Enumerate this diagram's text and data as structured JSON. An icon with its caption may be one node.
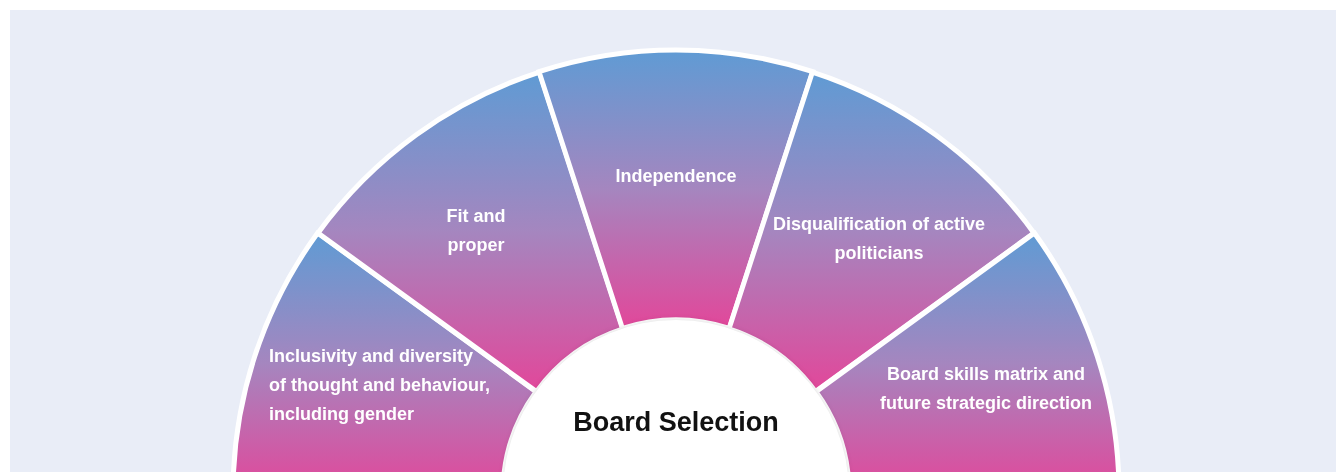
{
  "diagram": {
    "nodes": [
      {
        "text": [
          "Inclusivity and diversity of thought and behaviour, including gender"
        ]
      },
      {
        "text": [
          "Fit and proper"
        ]
      },
      {
        "text": [
          "Independence"
        ]
      },
      {
        "text": [
          "Disqualification of active politicians"
        ]
      },
      {
        "text": [
          "Board skills matrix and future strategic direction"
        ]
      },
      {
        "text": [
          "Board Selection"
        ]
      }
    ]
  }
}
